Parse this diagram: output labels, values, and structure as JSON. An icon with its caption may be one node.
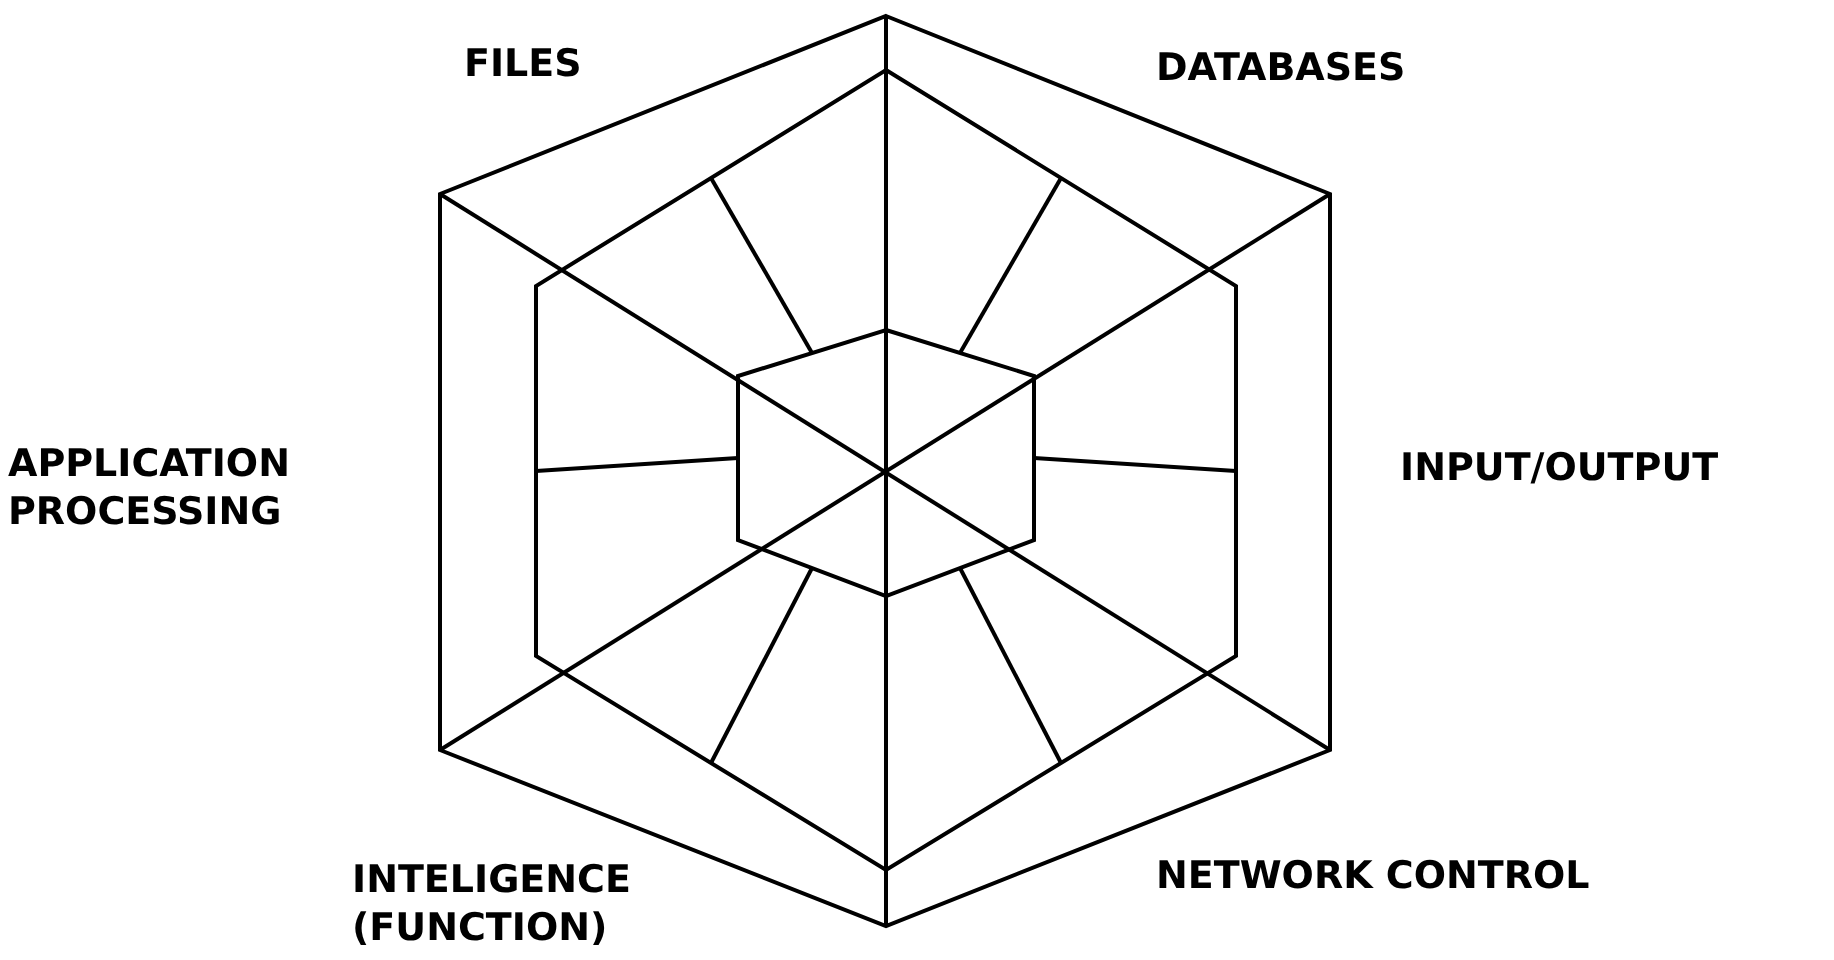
{
  "diagram": {
    "labels": [
      "FILES",
      "DATABASES",
      "APPLICATION PROCESSING",
      "INPUT/OUTPUT",
      "INTELIGENCE (FUNCTION)",
      "NETWORK CONTROL"
    ]
  }
}
